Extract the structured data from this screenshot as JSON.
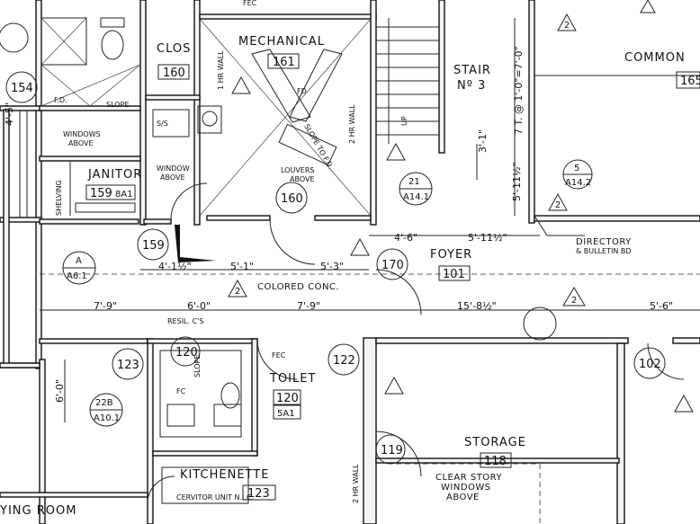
{
  "rooms": {
    "closet": {
      "name": "CLOS",
      "number": "160"
    },
    "mechanical": {
      "name": "MECHANICAL",
      "number": "161"
    },
    "janitor": {
      "name": "JANITOR",
      "number": "159",
      "ref": "8A1"
    },
    "stair": {
      "name": "STAIR",
      "number": "Nº 3"
    },
    "common": {
      "name": "COMMON",
      "number": "165"
    },
    "foyer": {
      "name": "FOYER",
      "number": "101"
    },
    "toilet": {
      "name": "TOILET",
      "number": "120",
      "ref": "5A1"
    },
    "storage": {
      "name": "STORAGE",
      "number": "118"
    },
    "kitchenette": {
      "name": "KITCHENETTE",
      "number": "123"
    },
    "living": {
      "name": "YING ROOM"
    }
  },
  "doors": [
    "154",
    "159",
    "160",
    "170",
    "120",
    "123",
    "122",
    "119",
    "102"
  ],
  "section_refs": [
    {
      "top": "A",
      "bottom": "A6.1"
    },
    {
      "top": "21",
      "bottom": "A14.1"
    },
    {
      "top": "5",
      "bottom": "A14.2"
    },
    {
      "top": "22B",
      "bottom": "A10.1"
    }
  ],
  "notes": {
    "colored_conc": "COLORED CONC.",
    "directory": "DIRECTORY",
    "bulletin": "& BULLETIN BD",
    "clearstory": [
      "CLEAR STORY",
      "WINDOWS",
      "ABOVE"
    ],
    "windows_above": [
      "WINDOWS",
      "ABOVE"
    ],
    "window_above": [
      "WINDOW",
      "ABOVE"
    ],
    "louvers_above": [
      "LOUVERS",
      "ABOVE"
    ],
    "slope_fd": "SLOPE TO F.D.",
    "two_hr_wall": "2 HR WALL",
    "one_hr_wall": "1 HR WALL",
    "resil": "RESIL. C'S",
    "fec": "FEC",
    "fd": "F.D.",
    "slope": "SLOPE",
    "shelving": "SHELVING",
    "ceiling": "CERVITOR UNIT N.I.C.",
    "up": "UP",
    "ss": "S/S",
    "fd2": "FD",
    "slope2": "SLOPE",
    "fc": "FC"
  },
  "dimensions": {
    "d1": "4'-1½\"",
    "d2": "5'-1\"",
    "d3": "5'-3\"",
    "d4": "4'-6\"",
    "d5": "5'-11½\"",
    "d6": "7'-9\"",
    "d7": "6'-0\"",
    "d8": "7'-9\"",
    "d9": "15'-8½\"",
    "d10": "5'-6\"",
    "d11": "6'-0\"",
    "d12": "7 T. @ 1'-0\"=7'-0\"",
    "d13": "5'-11½\"",
    "d14": "3'-1\"",
    "d15": "4'-5\""
  },
  "keynote": "2"
}
